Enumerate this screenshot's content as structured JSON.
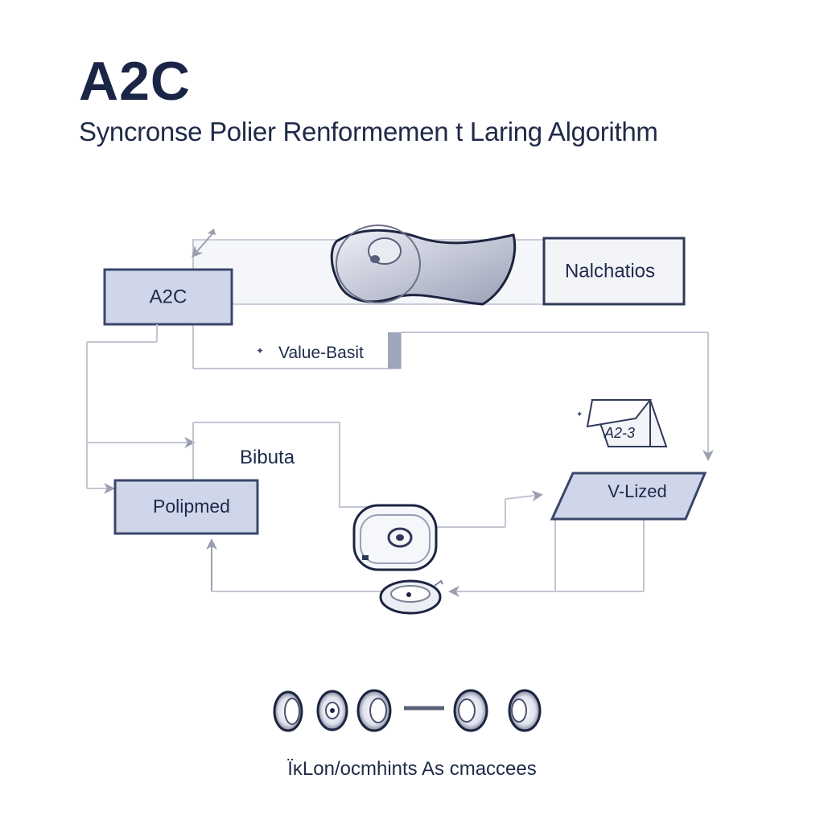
{
  "title": "A2C",
  "subtitle": "Syncronse Polier Renformemen t Laring Algorithm",
  "nodes": {
    "a2c_box": "A2C",
    "nalchatios_box": "Nalchatios",
    "value_based_label": "Value-Basit",
    "bibuta_box": "Bibuta",
    "polipmed_box": "Polipmed",
    "a2_3_box": "A2-3",
    "v_lized_box": "V-Lized"
  },
  "footer_text": "ΪκLon/ocmhints As cmaccees",
  "colors": {
    "box_fill": "#cfd6ea",
    "box_stroke": "#3a466b",
    "line": "#b8bccb",
    "arrow": "#9a9fb1",
    "panel_fill": "#f4f5fa"
  }
}
